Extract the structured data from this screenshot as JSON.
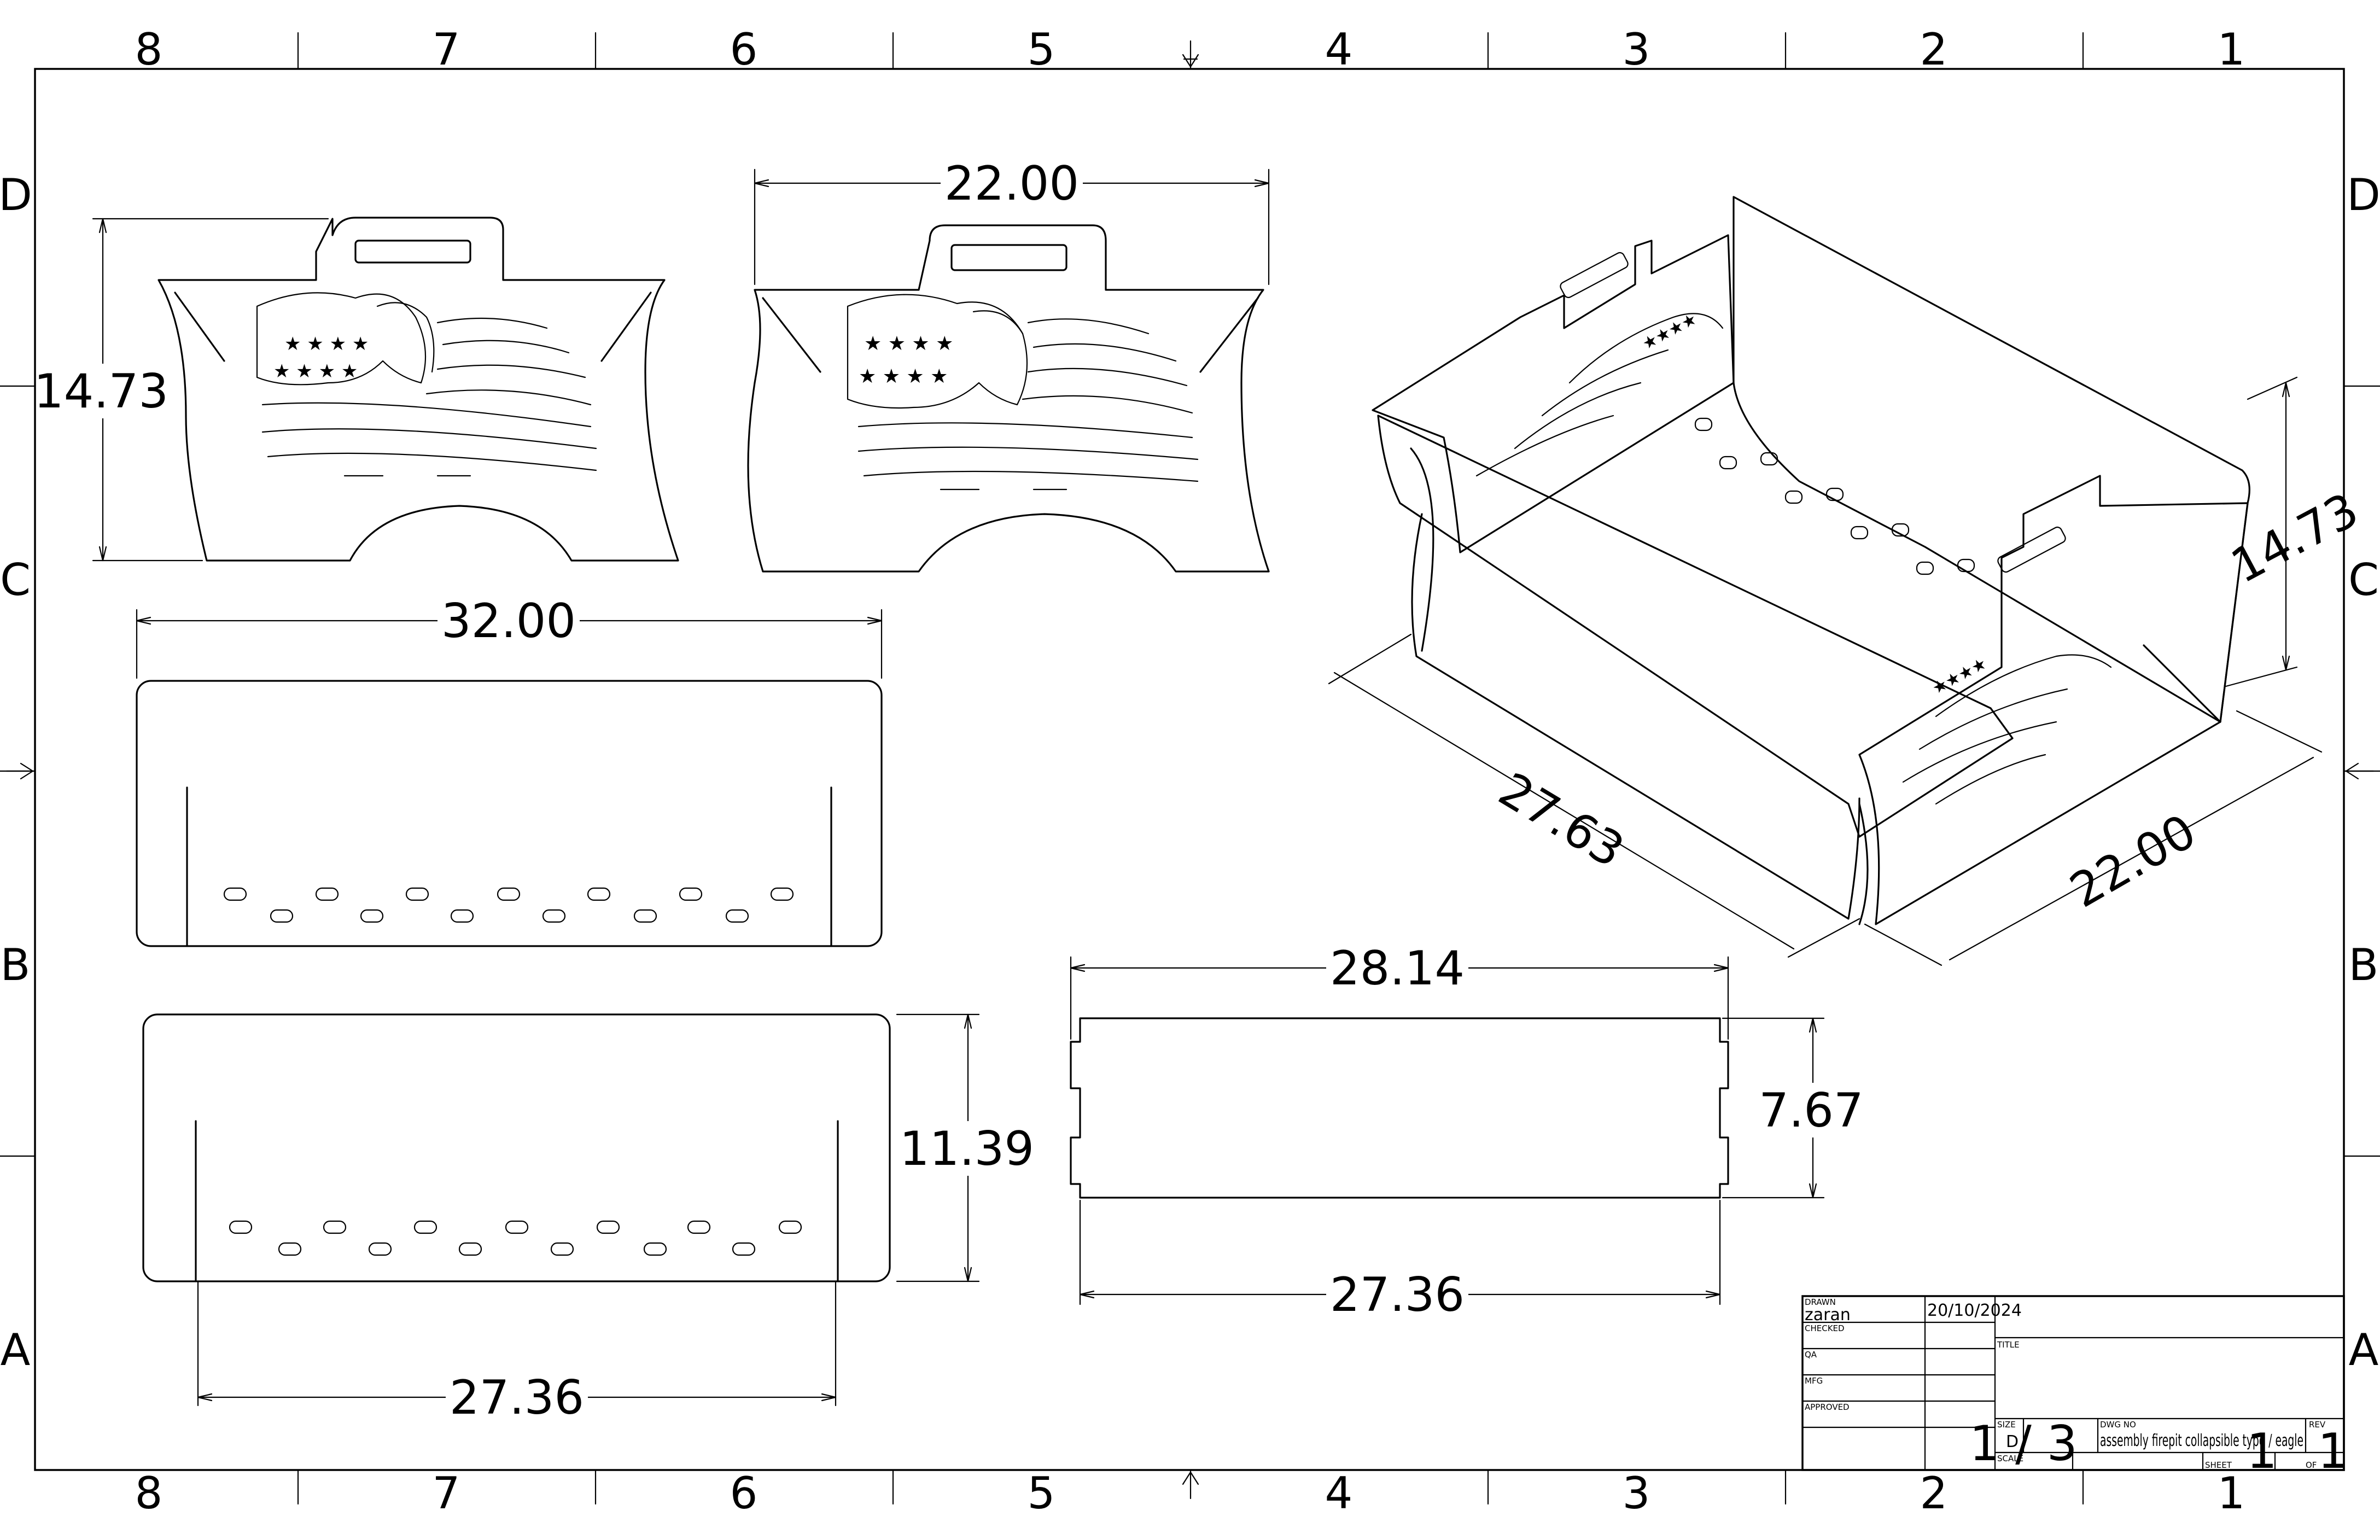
{
  "border": {
    "columns": [
      "8",
      "7",
      "6",
      "5",
      "4",
      "3",
      "2",
      "1"
    ],
    "rows": [
      "D",
      "C",
      "B",
      "A"
    ]
  },
  "dimensions": {
    "side_height": "14.73",
    "end_width": "22.00",
    "top_length": "32.00",
    "base_height": "11.39",
    "base_length": "27.36",
    "plate_length": "28.14",
    "plate_height": "7.67",
    "plate_bottom_length": "27.36",
    "iso_height": "14.73",
    "iso_length": "27.63",
    "iso_width": "22.00"
  },
  "title_block": {
    "drawn_label": "DRAWN",
    "drawn_by": "zaran",
    "drawn_date": "20/10/2024",
    "checked_label": "CHECKED",
    "qa_label": "QA",
    "mfg_label": "MFG",
    "approved_label": "APPROVED",
    "title_label": "TITLE",
    "size_label": "SIZE",
    "size_value": "D",
    "dwg_no_label": "DWG NO",
    "dwg_no_value": "assembly firepit collapsible type / eagle",
    "rev_label": "REV",
    "scale_label": "SCALE",
    "scale_value": "1 / 3",
    "sheet_label": "SHEET",
    "sheet_value": "1",
    "of_label": "OF",
    "of_value": "1"
  }
}
